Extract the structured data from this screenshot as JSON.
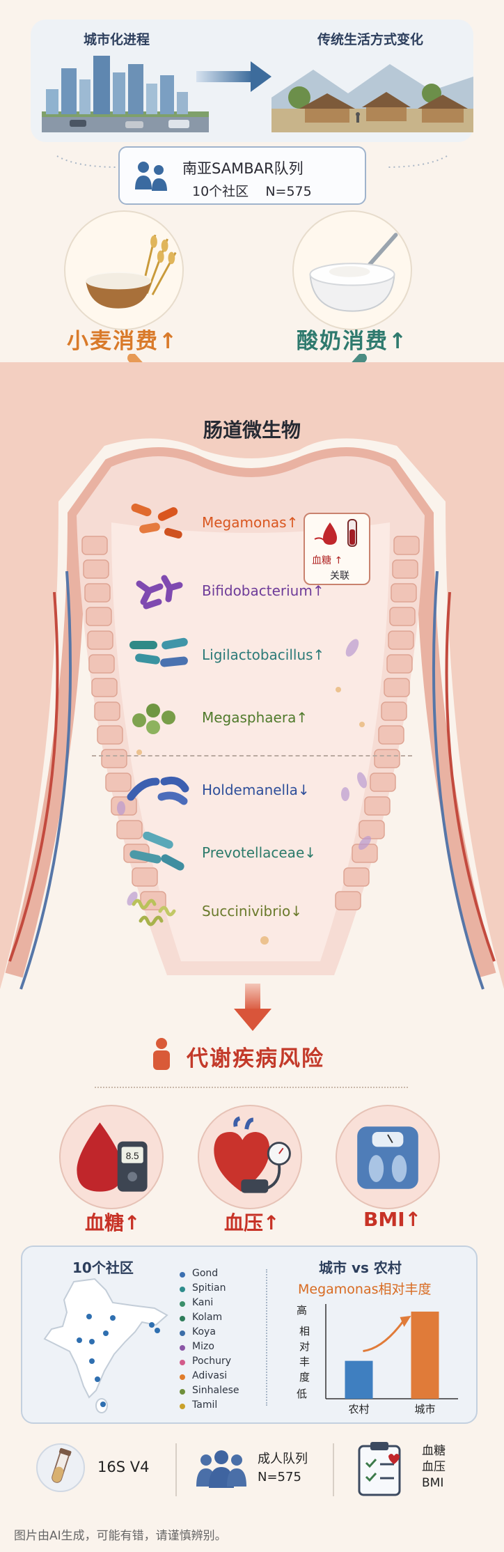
{
  "banner": {
    "left_label": "城市化进程",
    "right_label": "传统生活方式变化"
  },
  "cohort": {
    "title": "南亚SAMBAR队列",
    "subtitle": "10个社区    N=575"
  },
  "foods": [
    {
      "label": "小麦消费↑",
      "icon": "wheat-bowl-icon"
    },
    {
      "label": "酸奶消费↑",
      "icon": "yogurt-bowl-icon"
    }
  ],
  "gut": {
    "title": "肠道微生物",
    "increased": [
      {
        "name": "Megamonas↑",
        "color": "#d9561f"
      },
      {
        "name": "Bifidobacterium↑",
        "color": "#6e3c99"
      },
      {
        "name": "Ligilactobacillus↑",
        "color": "#2b7a78"
      },
      {
        "name": "Megasphaera↑",
        "color": "#4f7a2b"
      }
    ],
    "decreased": [
      {
        "name": "Holdemanella↓",
        "color": "#2f4f9a"
      },
      {
        "name": "Prevotellaceae↓",
        "color": "#2b7a6a"
      },
      {
        "name": "Succinivibrio↓",
        "color": "#6a7a2b"
      }
    ],
    "association": {
      "line1": "血糖 ↑",
      "line2": "关联"
    }
  },
  "risk": {
    "title": "代谢疾病风险",
    "glucose_reading": "8.5",
    "items": [
      {
        "label": "血糖↑",
        "icon": "blood-drop-glucometer-icon"
      },
      {
        "label": "血压↑",
        "icon": "heart-blood-pressure-icon"
      },
      {
        "label": "BMI↑",
        "icon": "weight-scale-icon"
      }
    ]
  },
  "communities": {
    "title": "10个社区",
    "items": [
      {
        "name": "Gond",
        "color": "#3b6fb0"
      },
      {
        "name": "Spitian",
        "color": "#2e8c8c"
      },
      {
        "name": "Kani",
        "color": "#3a8f6a"
      },
      {
        "name": "Kolam",
        "color": "#2e7c5a"
      },
      {
        "name": "Koya",
        "color": "#3c6ea8"
      },
      {
        "name": "Mizo",
        "color": "#8a55a6"
      },
      {
        "name": "Pochury",
        "color": "#d25b8a"
      },
      {
        "name": "Adivasi",
        "color": "#e07c2a"
      },
      {
        "name": "Sinhalese",
        "color": "#6e8f3a"
      },
      {
        "name": "Tamil",
        "color": "#c9a12a"
      }
    ]
  },
  "chart_data": {
    "type": "bar",
    "title": "城市 vs 农村",
    "subtitle": "Megamonas相对丰度",
    "categories": [
      "农村",
      "城市"
    ],
    "values": [
      40,
      92
    ],
    "ylim": [
      0,
      100
    ],
    "ylabel": "相对丰度",
    "ytick_high": "高",
    "ytick_low": "低",
    "colors": [
      "#3f7fc0",
      "#e07b39"
    ],
    "trend_arrow": true
  },
  "footer": {
    "method": "16S V4",
    "cohort_line1": "成人队列",
    "cohort_line2": "N=575",
    "metrics": [
      "血糖",
      "血压",
      "BMI"
    ]
  },
  "disclaimer": "图片由AI生成，可能有错，请谨慎辨别。"
}
